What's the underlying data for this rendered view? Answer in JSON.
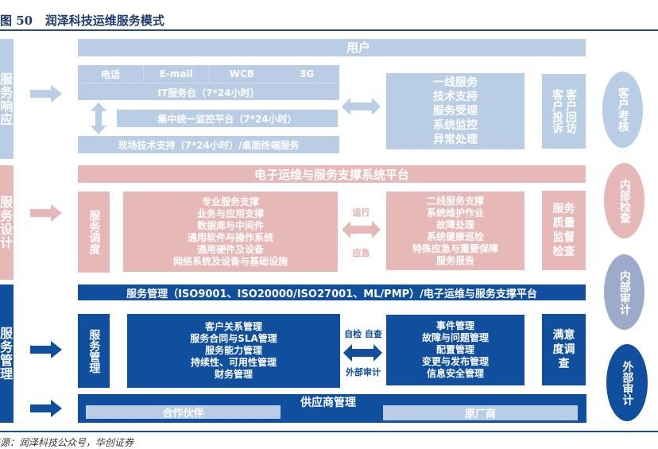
{
  "header": {
    "figure_number": "50",
    "title": "润泽科技运维服务模式"
  },
  "left_labels": [
    "服务响应",
    "服务设计",
    "服务管理"
  ],
  "tier1": {
    "bar": "用户",
    "channels": [
      "电话",
      "E-mail",
      "WCB",
      "3G"
    ],
    "service_desk": "IT服务台（7*24小时）",
    "monitor": "集中统一监控平台（7*24小时）",
    "onsite": "现场技术支持（7*24小时）/桌面终端服务",
    "first_line": [
      "一线服务",
      "技术支持",
      "服务受理",
      "系统监控",
      "异常处理"
    ],
    "feedback": [
      "客户回访",
      "客户投诉"
    ],
    "ellipse": "客户考核"
  },
  "tier2": {
    "bar": "电子运维与服务支撑系统平台",
    "dispatch": "服务调度",
    "support": [
      "专业服务支撑",
      "业务与应用支撑",
      "数据库与中间件",
      "通用软件与操作系统",
      "通用硬件及设备",
      "网络系统及设备与基础设施"
    ],
    "arrow_top": "运行",
    "arrow_bottom": "应急",
    "second_line": [
      "二线服务支撑",
      "系统维护作业",
      "故障处理",
      "系统健康巡检",
      "特殊应急与重要保障",
      "服务报告"
    ],
    "quality": "服务质量监督检查",
    "ellipse_top": "内部检查",
    "ellipse_bottom": "内部审计"
  },
  "tier3": {
    "bar": "服务管理（ISO9001、ISO20000/ISO27001、ML/PMP）/电子运维与服务支撑平台",
    "mgmt": "服务管理",
    "items_left": [
      "客户关系管理",
      "服务合同与SLA管理",
      "服务能力管理",
      "持续性、可用性管理",
      "财务管理"
    ],
    "arrow_top": "自检 自查",
    "arrow_bottom": "外部审计",
    "items_right": [
      "事件管理",
      "故障与问题管理",
      "配置管理",
      "变更与发布管理",
      "信息安全管理"
    ],
    "survey": "满意度调查",
    "ellipse": "外部审计",
    "supplier": "供应商管理",
    "partner": "合作伙伴",
    "oem": "原厂商"
  },
  "footer": {
    "source": "来源：润泽科技公众号，华创证券"
  },
  "colors": {
    "light_blue": "#b9cde4",
    "pink": "#e6b9b8",
    "dark_blue": "#0f4f9e",
    "purple": "#9daac9"
  }
}
